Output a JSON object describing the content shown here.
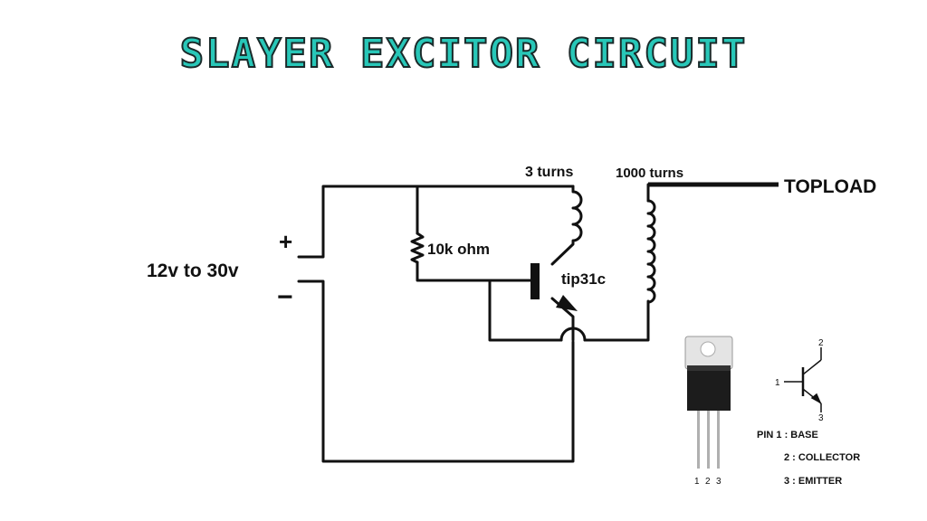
{
  "title": "SLAYER EXCITOR CIRCUIT",
  "colors": {
    "title": "#28c7b8",
    "wire": "#111111",
    "background": "#ffffff"
  },
  "labels": {
    "supply": "12v to 30v",
    "plus": "+",
    "minus": "−",
    "resistor": "10k ohm",
    "transistor": "tip31c",
    "primary": "3 turns",
    "secondary": "1000 turns",
    "topload": "TOPLOAD"
  },
  "pinout": {
    "package_pins": [
      "1",
      "2",
      "3"
    ],
    "symbol_pins": [
      "1",
      "2",
      "3"
    ],
    "legend": [
      "PIN 1 : BASE",
      "2 : COLLECTOR",
      "3 : EMITTER"
    ]
  }
}
